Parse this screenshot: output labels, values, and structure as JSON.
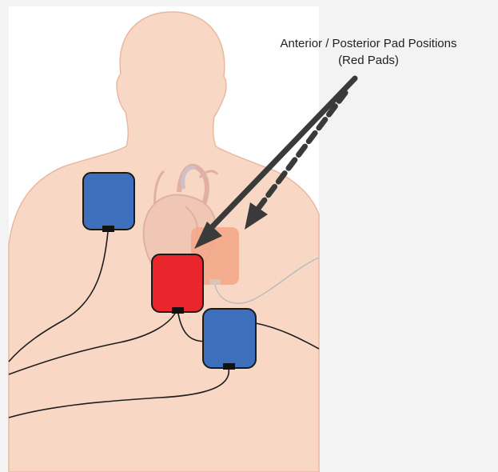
{
  "annotation": {
    "line1": "Anterior / Posterior Pad Positions",
    "line2": "(Red Pads)"
  },
  "colors": {
    "background": "#f3f3f3",
    "panel": "#ffffff",
    "skin": "#f8d7c4",
    "skin_outline": "#e7b9a2",
    "blue_pad": "#3d6fbd",
    "red_pad": "#e8262b",
    "posterior_pad": "#f3a98a",
    "arrow": "#3a3a3a"
  },
  "legend": {
    "solid_arrow": "anterior",
    "dashed_arrow": "posterior"
  }
}
